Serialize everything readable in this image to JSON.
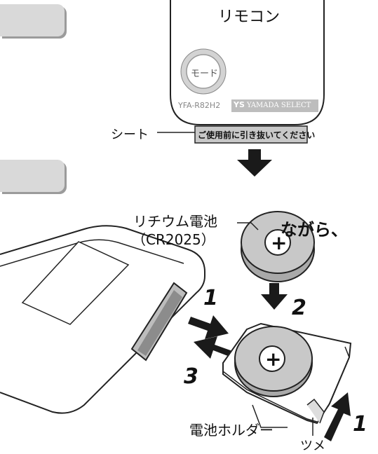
{
  "remote_title": "リモコン",
  "mode_button_label": "モード",
  "model_number": "YFA-R82H2",
  "brand_logo_text": "YS",
  "brand_name": "YAMADA SELECT",
  "sheet_label": "シート",
  "sheet_text": "ご使用前に引き抜いてください",
  "side_text": "ながら、",
  "battery_label": "リチウム電池",
  "battery_model": "（CR2025）",
  "holder_label": "電池ホルダー",
  "tab_label": "ツメ",
  "plus_symbol": "+",
  "steps": {
    "s1a": "1",
    "s2": "2",
    "s3": "3",
    "s1b": "1"
  },
  "colors": {
    "tab_gray": "#d9d9d9",
    "sheet_gray": "#c8c8c8",
    "battery_gray": "#c8c8c8"
  }
}
